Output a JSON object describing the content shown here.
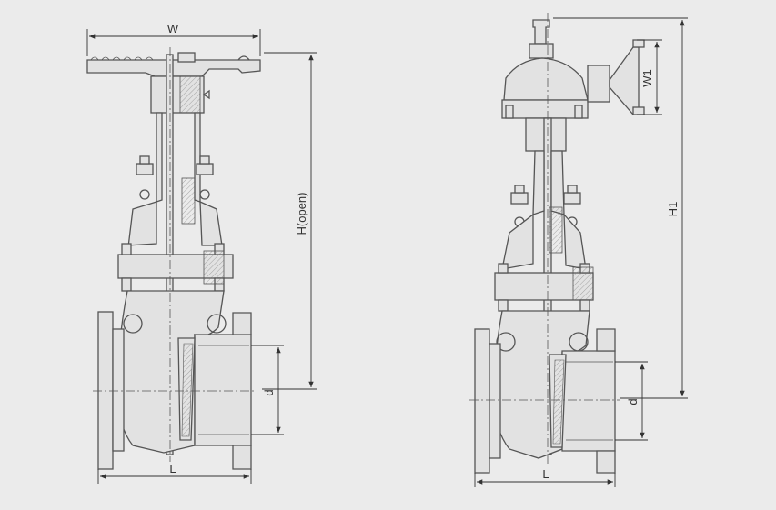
{
  "left_view": {
    "dim_width": "W",
    "dim_height": "H(open)",
    "dim_diameter": "d",
    "dim_length": "L"
  },
  "right_view": {
    "dim_width": "W1",
    "dim_height": "H1",
    "dim_diameter": "d",
    "dim_length": "L"
  },
  "colors": {
    "background": "#ebebeb",
    "line": "#555555",
    "fill": "#e2e2e2"
  }
}
